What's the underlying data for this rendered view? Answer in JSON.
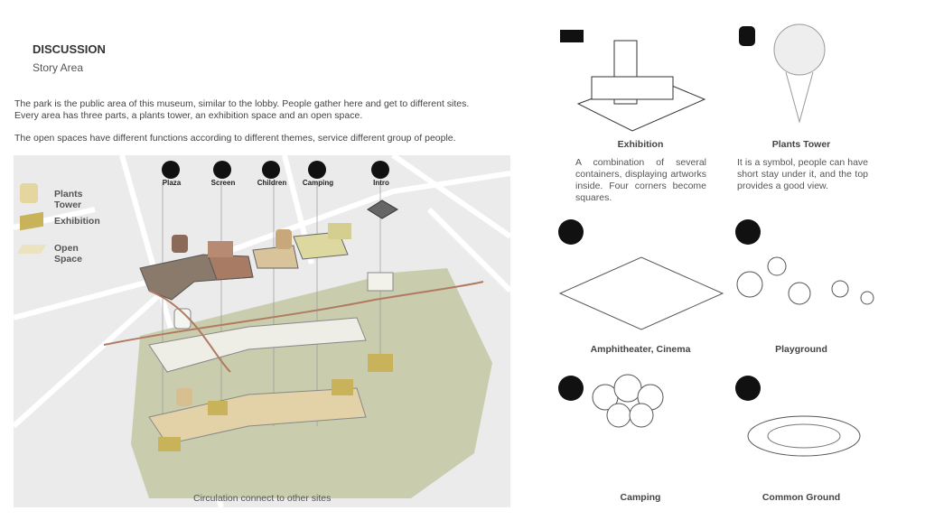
{
  "header": {
    "title": "DISCUSSION",
    "subtitle": "Story Area"
  },
  "intro": {
    "line1": "The park is the public area of this museum, similar to the lobby. People gather here and get to different sites.",
    "line2": "Every area has three parts, a plants tower, an exhibition space and an open space.",
    "line3": "The open spaces have different functions according to different themes, service different group of people."
  },
  "legend": [
    {
      "label": "Plants Tower",
      "icon": "cylinder-icon"
    },
    {
      "label": "Exhibition",
      "icon": "box-icon"
    },
    {
      "label": "Open Space",
      "icon": "plane-icon"
    }
  ],
  "map": {
    "tags": [
      {
        "label": "Plaza",
        "icon": "grid-icon"
      },
      {
        "label": "Screen",
        "icon": "screen-icon"
      },
      {
        "label": "Children",
        "icon": "children-icon"
      },
      {
        "label": "Camping",
        "icon": "balloon-icon"
      },
      {
        "label": "Intro",
        "icon": "intro-icon"
      }
    ],
    "caption": "Circulation connect to other sites"
  },
  "panels": [
    {
      "title": "Exhibition",
      "desc": "A combination of several containers, displaying artworks inside. Four corners become squares."
    },
    {
      "title": "Plants Tower",
      "desc": "It is a symbol, people can have short stay under it, and the top provides a good view."
    },
    {
      "title": "Amphitheater, Cinema"
    },
    {
      "title": "Playground"
    },
    {
      "title": "Camping"
    },
    {
      "title": "Common Ground"
    }
  ],
  "colors": {
    "park": "#c9cdae",
    "map": "#ebebeb",
    "arrow": "#b07a60",
    "plaza": "#8a7a6c",
    "screen": "#a77b64",
    "tan": "#d8c39b",
    "olive": "#c9b35a"
  }
}
